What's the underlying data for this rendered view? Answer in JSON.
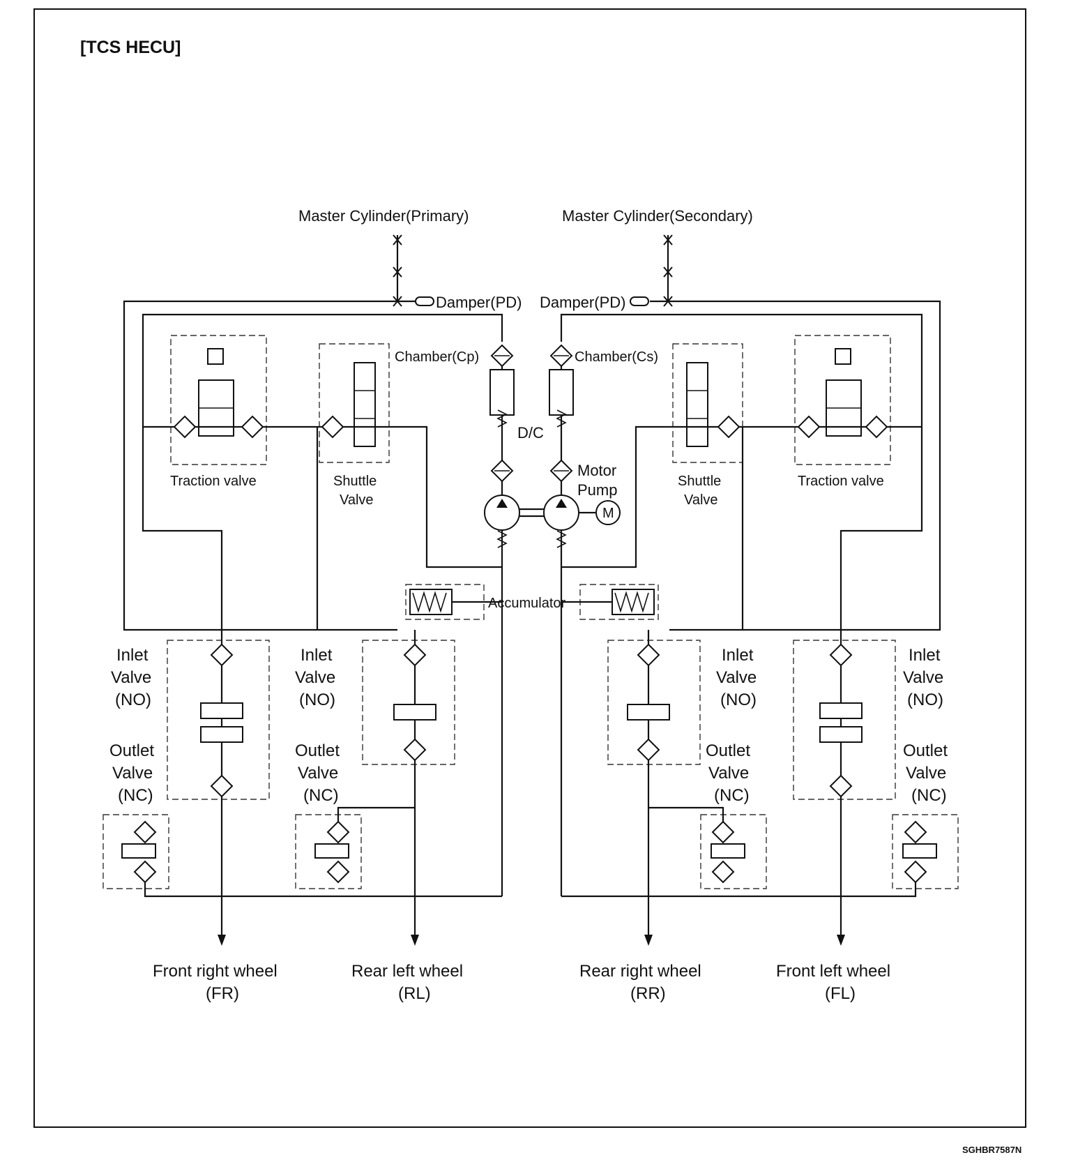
{
  "title": "[TCS HECU]",
  "figure_code": "SGHBR7587N",
  "labels": {
    "master_primary": "Master Cylinder(Primary)",
    "master_secondary": "Master Cylinder(Secondary)",
    "damper_left": "Damper(PD)",
    "damper_right": "Damper(PD)",
    "chamber_left": "Chamber(Cp)",
    "chamber_right": "Chamber(Cs)",
    "dc": "D/C",
    "motor_pump_1": "Motor",
    "motor_pump_2": "Pump",
    "motor_symbol": "M",
    "accumulator": "Accumulator",
    "traction_valve": "Traction valve",
    "shuttle_1": "Shuttle",
    "shuttle_2": "Valve",
    "inlet_1": "Inlet",
    "inlet_2": "Valve",
    "inlet_3": "(NO)",
    "outlet_1": "Outlet",
    "outlet_2": "Valve",
    "outlet_3": "(NC)"
  },
  "wheels": [
    {
      "name": "Front right wheel",
      "code": "(FR)"
    },
    {
      "name": "Rear left wheel",
      "code": "(RL)"
    },
    {
      "name": "Rear right wheel",
      "code": "(RR)"
    },
    {
      "name": "Front left wheel",
      "code": "(FL)"
    }
  ]
}
